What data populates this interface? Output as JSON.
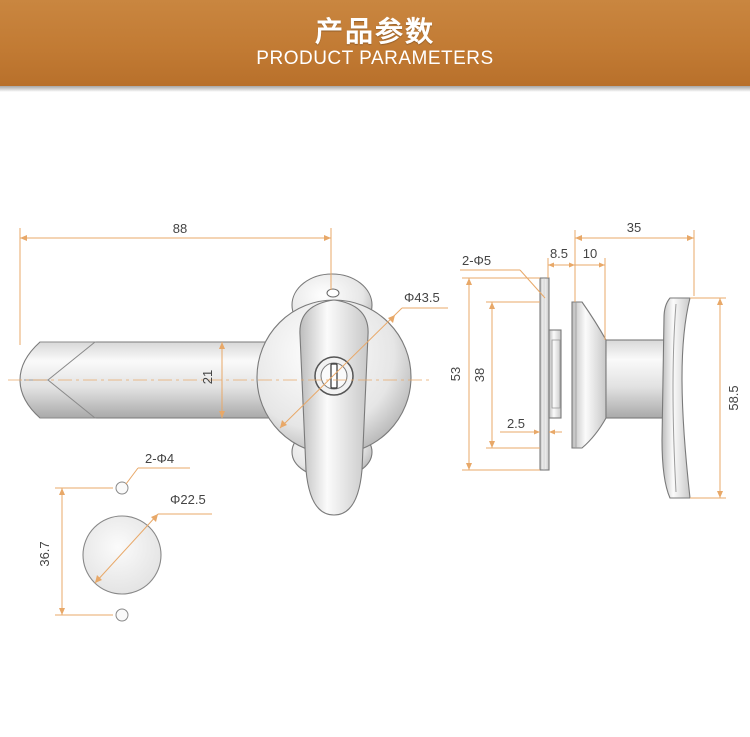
{
  "header": {
    "title_cn": "产品参数",
    "title_en": "PRODUCT PARAMETERS"
  },
  "dimensions": {
    "overall_length": "88",
    "cam_width": "21",
    "handle_diameter": "Φ43.5",
    "mount_holes_small": "2-Φ4",
    "cutout_diameter": "Φ22.5",
    "hole_spacing": "36.7",
    "mount_holes_side": "2-Φ5",
    "flange_offset": "8.5",
    "collar_width": "10",
    "handle_depth": "35",
    "flange_height": "53",
    "body_height": "38",
    "plate_thickness": "2.5",
    "handle_height": "58.5"
  },
  "colors": {
    "banner": "#c27b34",
    "dimension_line": "#e8a868",
    "text": "#444444"
  }
}
